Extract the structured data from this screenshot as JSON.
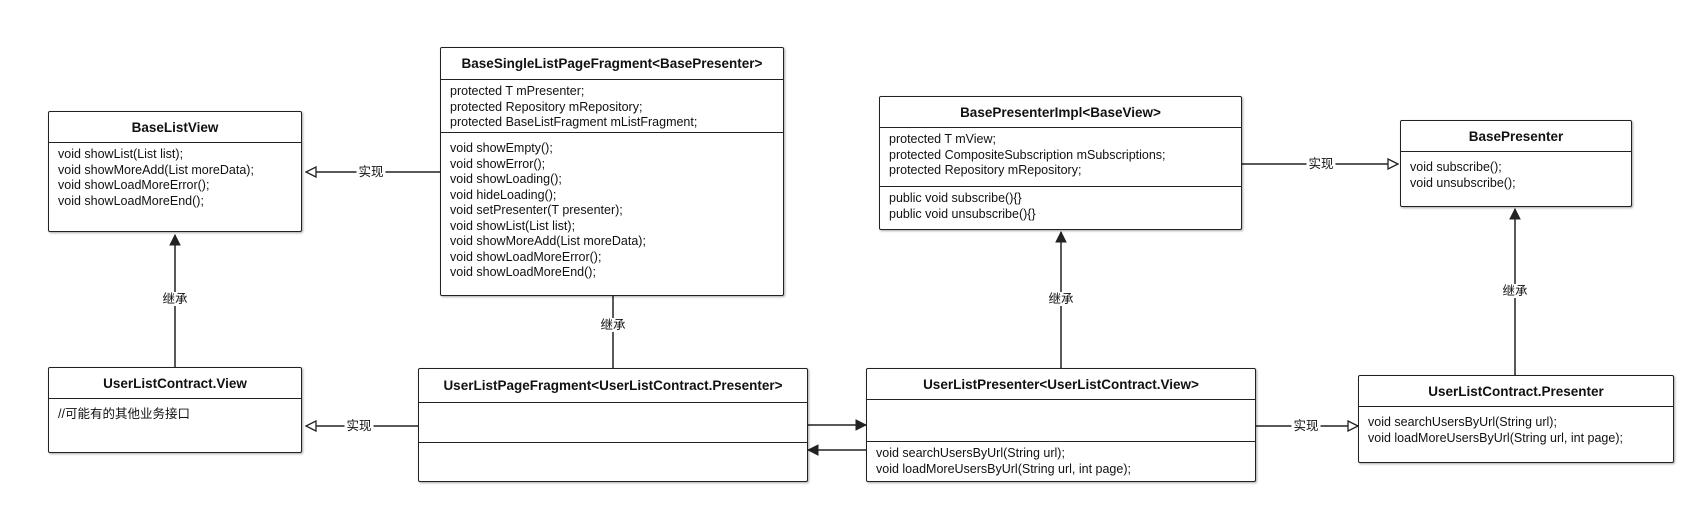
{
  "classes": {
    "base_list_view": {
      "title": "BaseListView",
      "methods": [
        "void showList(List list);",
        "void showMoreAdd(List moreData);",
        "void showLoadMoreError();",
        "void showLoadMoreEnd();"
      ]
    },
    "base_single_list_page_fragment": {
      "title": "BaseSingleListPageFragment<BasePresenter>",
      "fields": [
        "protected T mPresenter;",
        "protected Repository mRepository;",
        "protected BaseListFragment mListFragment;"
      ],
      "methods": [
        "void showEmpty();",
        "void showError();",
        "void showLoading();",
        "void hideLoading();",
        "void setPresenter(T presenter);",
        "void showList(List list);",
        "void showMoreAdd(List moreData);",
        "void showLoadMoreError();",
        "void showLoadMoreEnd();"
      ]
    },
    "base_presenter_impl": {
      "title": "BasePresenterImpl<BaseView>",
      "fields": [
        "protected T mView;",
        "protected CompositeSubscription mSubscriptions;",
        "protected Repository mRepository;"
      ],
      "methods": [
        "public void subscribe(){}",
        "public void unsubscribe(){}"
      ]
    },
    "base_presenter": {
      "title": "BasePresenter",
      "methods": [
        "void subscribe();",
        "void unsubscribe();"
      ]
    },
    "user_list_contract_view": {
      "title": "UserListContract.View",
      "methods": [
        "//可能有的其他业务接口"
      ]
    },
    "user_list_page_fragment": {
      "title": "UserListPageFragment<UserListContract.Presenter>",
      "fields": [],
      "methods": []
    },
    "user_list_presenter": {
      "title": "UserListPresenter<UserListContract.View>",
      "fields": [],
      "methods": [
        "void searchUsersByUrl(String url);",
        "void loadMoreUsersByUrl(String url, int page);"
      ]
    },
    "user_list_contract_presenter": {
      "title": "UserListContract.Presenter",
      "methods": [
        "void searchUsersByUrl(String url);",
        "void loadMoreUsersByUrl(String url, int page);"
      ]
    }
  },
  "edges": {
    "inherit": "继承",
    "implement": "实现"
  }
}
